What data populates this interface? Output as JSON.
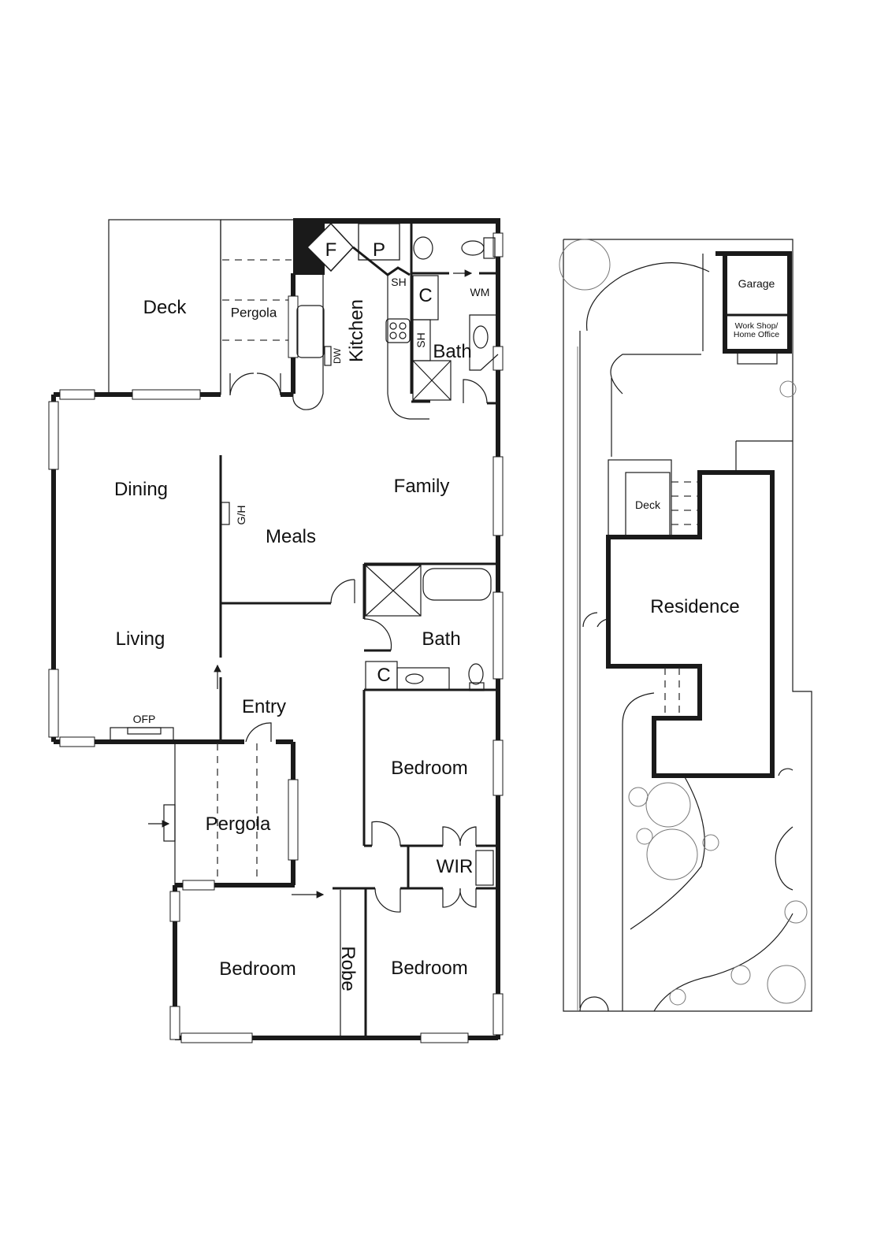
{
  "floor_plan": {
    "rooms": {
      "deck": "Deck",
      "pergola_rear": "Pergola",
      "kitchen": "Kitchen",
      "fridge": "F",
      "pantry": "P",
      "shelf_1": "SH",
      "shelf_2": "SH",
      "cupboard_1": "C",
      "washing_machine": "WM",
      "bath_1": "Bath",
      "dishwasher": "DW",
      "dining": "Dining",
      "family": "Family",
      "meals": "Meals",
      "gas_heater": "G/H",
      "living": "Living",
      "bath_2": "Bath",
      "cupboard_2": "C",
      "entry": "Entry",
      "open_fireplace": "OFP",
      "pergola_front": "Pergola",
      "bedroom_1": "Bedroom",
      "wir": "WIR",
      "bedroom_2": "Bedroom",
      "robe": "Robe",
      "bedroom_3": "Bedroom"
    }
  },
  "site_plan": {
    "labels": {
      "garage": "Garage",
      "workshop_line1": "Work Shop/",
      "workshop_line2": "Home Office",
      "deck": "Deck",
      "residence": "Residence"
    }
  },
  "colors": {
    "wall": "#1a1a1a",
    "background": "#ffffff",
    "landscape": "#777777"
  }
}
